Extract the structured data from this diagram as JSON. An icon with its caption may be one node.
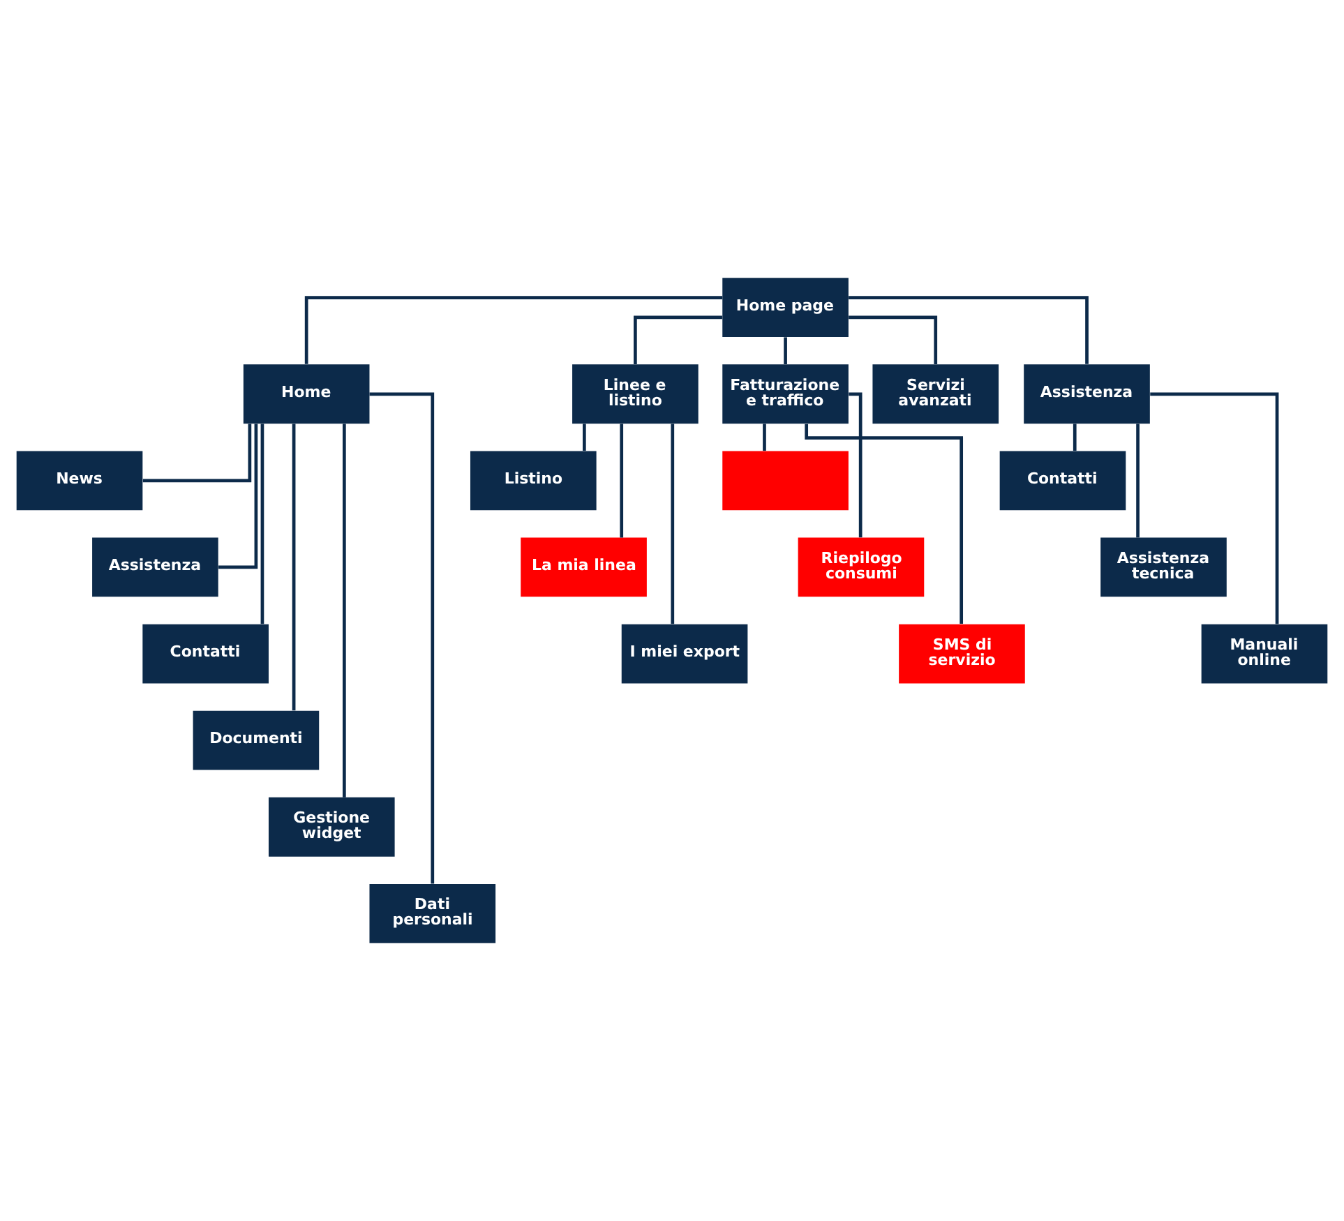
{
  "diagram": {
    "nodes": [
      {
        "text": [
          "Home page"
        ]
      },
      {
        "text": [
          "Home"
        ]
      },
      {
        "text": [
          "Linee e listino"
        ]
      },
      {
        "text": [
          "Fatturazione e traffico"
        ]
      },
      {
        "text": [
          "Servizi avanzati"
        ]
      },
      {
        "text": [
          "Assistenza"
        ]
      },
      {
        "text": [
          "News"
        ]
      },
      {
        "text": [
          "Assistenza"
        ]
      },
      {
        "text": [
          "Contatti"
        ]
      },
      {
        "text": [
          "Documenti"
        ]
      },
      {
        "text": [
          "Gestione widget"
        ]
      },
      {
        "text": [
          "Dati personali"
        ]
      },
      {
        "text": [
          "Listino"
        ]
      },
      {
        "text": [
          "La mia linea"
        ]
      },
      {
        "text": [
          "I miei export"
        ]
      },
      {
        "text": [],
        "shape": "box"
      },
      {
        "text": [
          "Riepilogo consumi"
        ]
      },
      {
        "text": [
          "SMS di servizio"
        ]
      },
      {
        "text": [
          "Contatti"
        ]
      },
      {
        "text": [
          "Assistenza tecnica"
        ]
      },
      {
        "text": [
          "Manuali online"
        ]
      }
    ],
    "edges": [
      {
        "from": 0,
        "to": 1,
        "arrow": "none"
      },
      {
        "from": 0,
        "to": 2,
        "arrow": "none"
      },
      {
        "from": 0,
        "to": 3,
        "arrow": "none"
      },
      {
        "from": 0,
        "to": 4,
        "arrow": "none"
      },
      {
        "from": 0,
        "to": 5,
        "arrow": "none"
      },
      {
        "from": 1,
        "to": 6,
        "arrow": "none"
      },
      {
        "from": 1,
        "to": 7,
        "arrow": "none"
      },
      {
        "from": 1,
        "to": 8,
        "arrow": "none"
      },
      {
        "from": 1,
        "to": 9,
        "arrow": "none"
      },
      {
        "from": 1,
        "to": 10,
        "arrow": "none"
      },
      {
        "from": 1,
        "to": 11,
        "arrow": "none"
      },
      {
        "from": 2,
        "to": 12,
        "arrow": "none"
      },
      {
        "from": 2,
        "to": 13,
        "arrow": "none"
      },
      {
        "from": 2,
        "to": 14,
        "arrow": "none"
      },
      {
        "from": 3,
        "to": 15,
        "arrow": "none"
      },
      {
        "from": 3,
        "to": 16,
        "arrow": "none"
      },
      {
        "from": 3,
        "to": 17,
        "arrow": "none"
      },
      {
        "from": 5,
        "to": 18,
        "arrow": "none"
      },
      {
        "from": 5,
        "to": 19,
        "arrow": "none"
      },
      {
        "from": 5,
        "to": 20,
        "arrow": "none"
      }
    ]
  }
}
